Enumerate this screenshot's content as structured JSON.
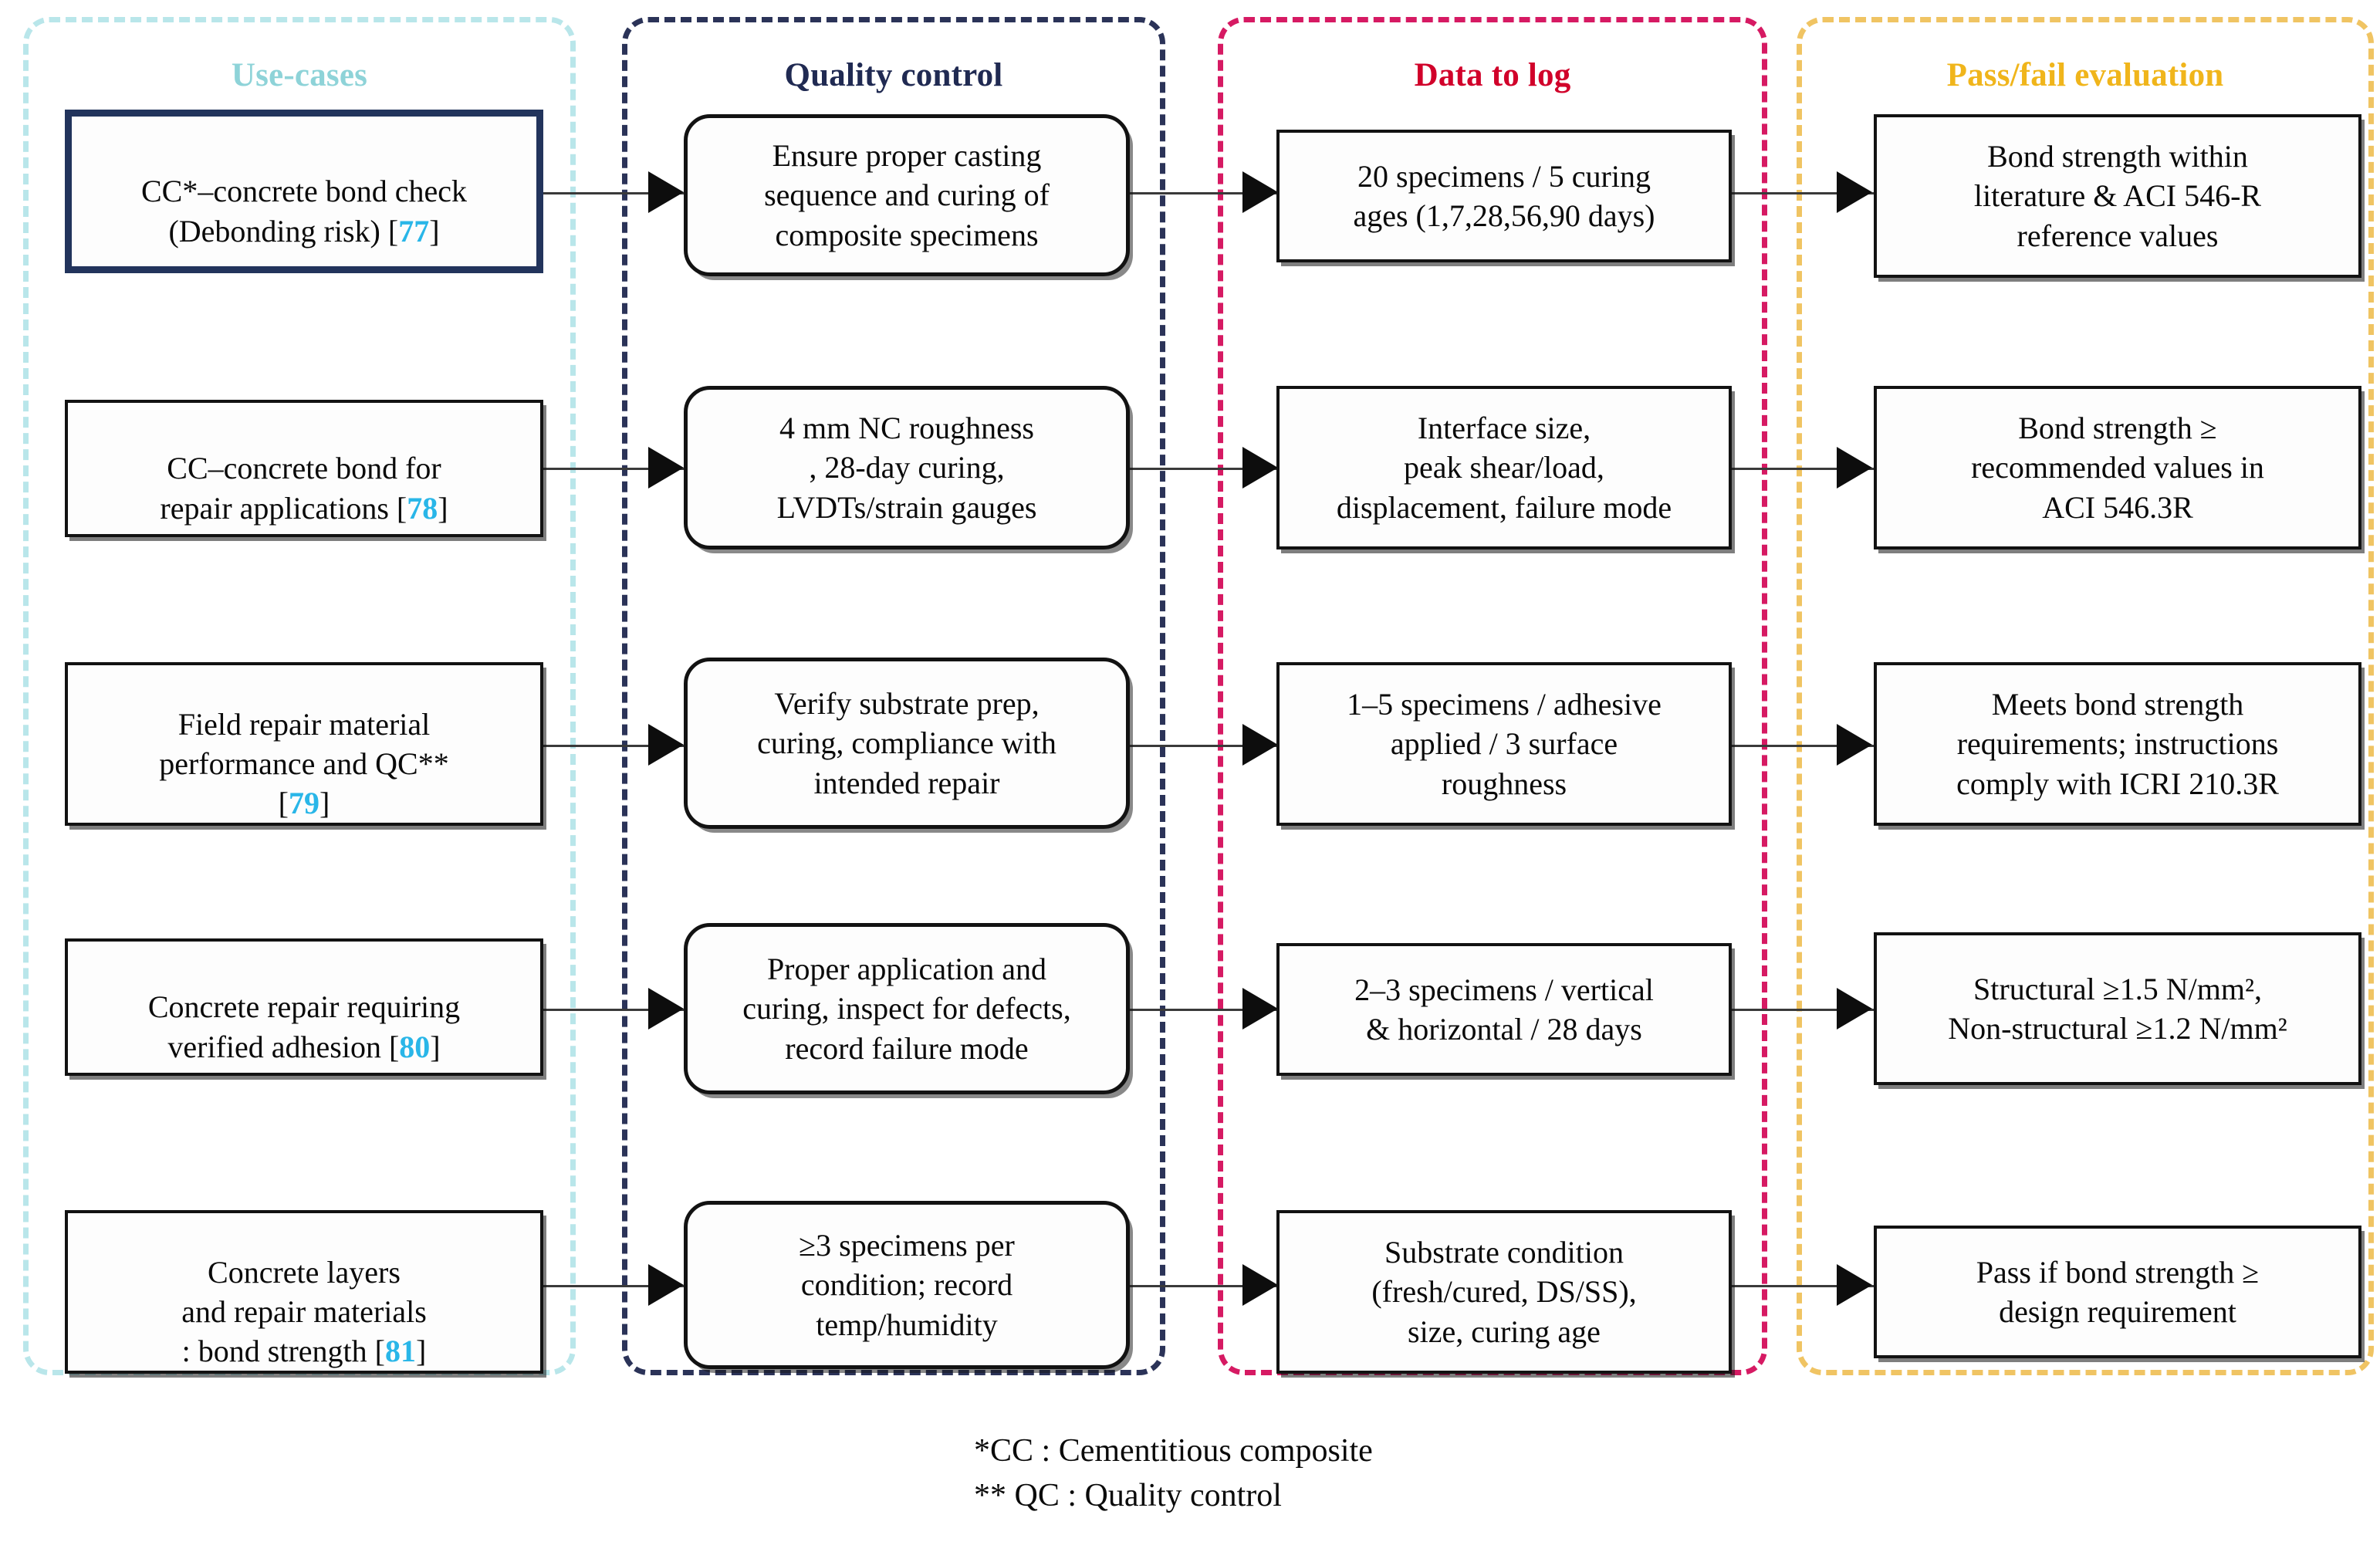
{
  "columns": [
    {
      "key": "use_cases",
      "title": "Use-cases",
      "title_color": "#8ed3d8",
      "border_color": "#b9e6ea"
    },
    {
      "key": "quality",
      "title": "Quality control",
      "title_color": "#202a52",
      "border_color": "#2b3358"
    },
    {
      "key": "data_log",
      "title": "Data to log",
      "title_color": "#d1002a",
      "border_color": "#d61a63"
    },
    {
      "key": "pass_fail",
      "title": "Pass/fail evaluation",
      "title_color": "#f0b51b",
      "border_color": "#f0c463"
    }
  ],
  "rows": [
    {
      "use_case": {
        "text": "CC*–concrete bond check\n(Debonding risk) [",
        "cite": "77",
        "tail": "]"
      },
      "quality": {
        "text": "Ensure proper casting\nsequence and curing of\ncomposite specimens"
      },
      "data_log": {
        "text": "20 specimens / 5 curing\nages (1,7,28,56,90 days)"
      },
      "pass_fail": {
        "text": "Bond strength within\nliterature & ACI 546-R\nreference values"
      }
    },
    {
      "use_case": {
        "text": "CC–concrete bond for\nrepair applications [",
        "cite": "78",
        "tail": "]"
      },
      "quality": {
        "text": "4 mm NC roughness\n, 28-day curing,\nLVDTs/strain gauges"
      },
      "data_log": {
        "text": "Interface size,\npeak shear/load,\ndisplacement, failure mode"
      },
      "pass_fail": {
        "text": "Bond strength ≥\nrecommended values in\nACI 546.3R"
      }
    },
    {
      "use_case": {
        "text": "Field repair material\nperformance and QC**\n[",
        "cite": "79",
        "tail": "]"
      },
      "quality": {
        "text": "Verify substrate prep,\ncuring, compliance with\nintended repair"
      },
      "data_log": {
        "text": "1–5 specimens / adhesive\napplied / 3 surface\nroughness"
      },
      "pass_fail": {
        "text": "Meets bond strength\nrequirements; instructions\ncomply with ICRI 210.3R"
      }
    },
    {
      "use_case": {
        "text": "Concrete repair requiring\nverified adhesion [",
        "cite": "80",
        "tail": "]"
      },
      "quality": {
        "text": "Proper application and\ncuring, inspect for defects,\nrecord failure mode"
      },
      "data_log": {
        "text": "2–3 specimens / vertical\n& horizontal / 28 days"
      },
      "pass_fail": {
        "text": "Structural ≥1.5 N/mm²,\nNon-structural ≥1.2 N/mm²"
      }
    },
    {
      "use_case": {
        "text": "Concrete layers\nand repair materials\n: bond strength [",
        "cite": "81",
        "tail": "]"
      },
      "quality": {
        "text": "≥3 specimens per\ncondition; record\ntemp/humidity"
      },
      "data_log": {
        "text": "Substrate condition\n(fresh/cured, DS/SS),\nsize, curing age"
      },
      "pass_fail": {
        "text": "Pass if bond strength ≥\ndesign requirement"
      }
    }
  ],
  "footnotes": "*CC : Cementitious composite\n** QC : Quality control"
}
